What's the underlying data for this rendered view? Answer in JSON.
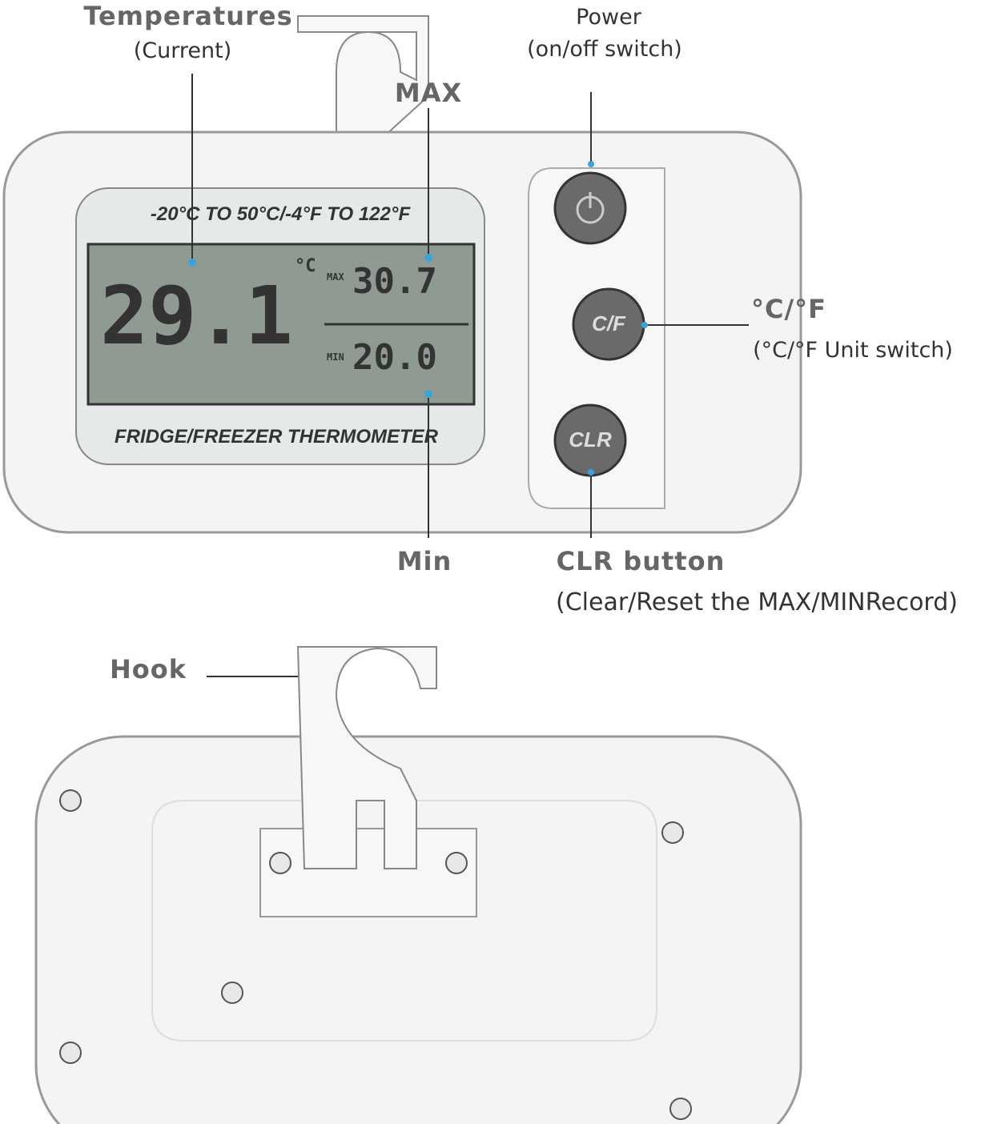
{
  "callouts": {
    "temperatures": {
      "title": "Temperatures",
      "sub": "(Current)"
    },
    "max": {
      "title": "MAX"
    },
    "power": {
      "title": "Power",
      "sub": "(on/off switch)"
    },
    "unit": {
      "title": "°C/°F",
      "sub": "(°C/°F Unit switch)"
    },
    "min": {
      "title": "Min"
    },
    "clr": {
      "title": "CLR button",
      "sub": "(Clear/Reset the MAX/MINRecord)"
    },
    "hook": {
      "title": "Hook"
    }
  },
  "device": {
    "range_text": "-20°C TO 50°C/-4°F TO 122°F",
    "model_text": "FRIDGE/FREEZER THERMOMETER",
    "lcd": {
      "current": "29.1",
      "unit": "°C",
      "max_label": "MAX",
      "max_value": "30.7",
      "min_label": "MIN",
      "min_value": "20.0"
    },
    "buttons": {
      "power_icon": "power-icon",
      "unit_label": "C/F",
      "clr_label": "CLR"
    }
  },
  "colors": {
    "callout_dot": "#3ba3d8",
    "lcd": "#8f9a92",
    "body": "#f4f4f4",
    "button": "#6a6a6a"
  }
}
